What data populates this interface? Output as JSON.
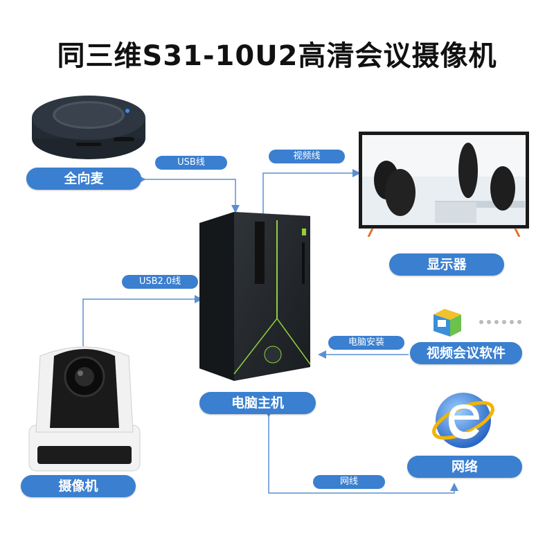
{
  "title": "同三维S31-10U2高清会议摄像机",
  "nodes": {
    "speakerphone": "全向麦",
    "display": "显示器",
    "camera": "摄像机",
    "pc": "电脑主机",
    "software": "视频会议软件",
    "network": "网络"
  },
  "links": {
    "usb": "USB线",
    "video": "视频线",
    "usb2": "USB2.0线",
    "install": "电脑安装",
    "net": "网线"
  },
  "colors": {
    "accent": "#3a7fd0",
    "wire": "#5b8fd0"
  },
  "icons": [
    "speakerphone-device",
    "display-screen",
    "desktop-pc",
    "ptz-camera",
    "software-logo-icon",
    "ie-network-icon"
  ]
}
